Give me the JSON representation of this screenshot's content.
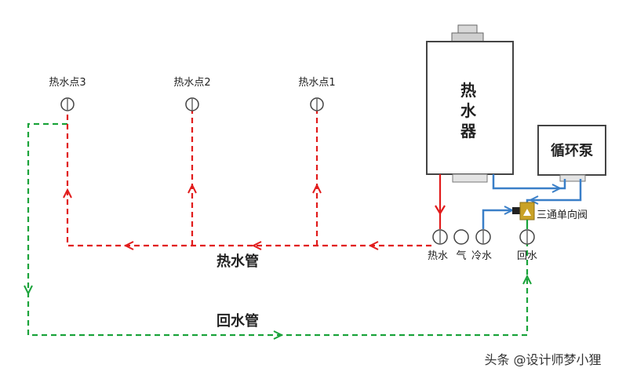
{
  "points": {
    "p3": "热水点3",
    "p2": "热水点2",
    "p1": "热水点1"
  },
  "heater": {
    "c1": "热",
    "c2": "水",
    "c3": "器"
  },
  "pump": "循环泵",
  "valve": "三通单向阀",
  "ports": {
    "hot": "热水",
    "gas": "气",
    "cold": "冷水",
    "ret": "回水"
  },
  "pipes": {
    "hot_pipe": "热水管",
    "return_pipe": "回水管"
  },
  "watermark": "头条 @设计师梦小狸",
  "colors": {
    "hot": "#e11b1b",
    "return": "#1aa33a",
    "cold": "#3a7fc8",
    "valve": "#c9a227"
  }
}
